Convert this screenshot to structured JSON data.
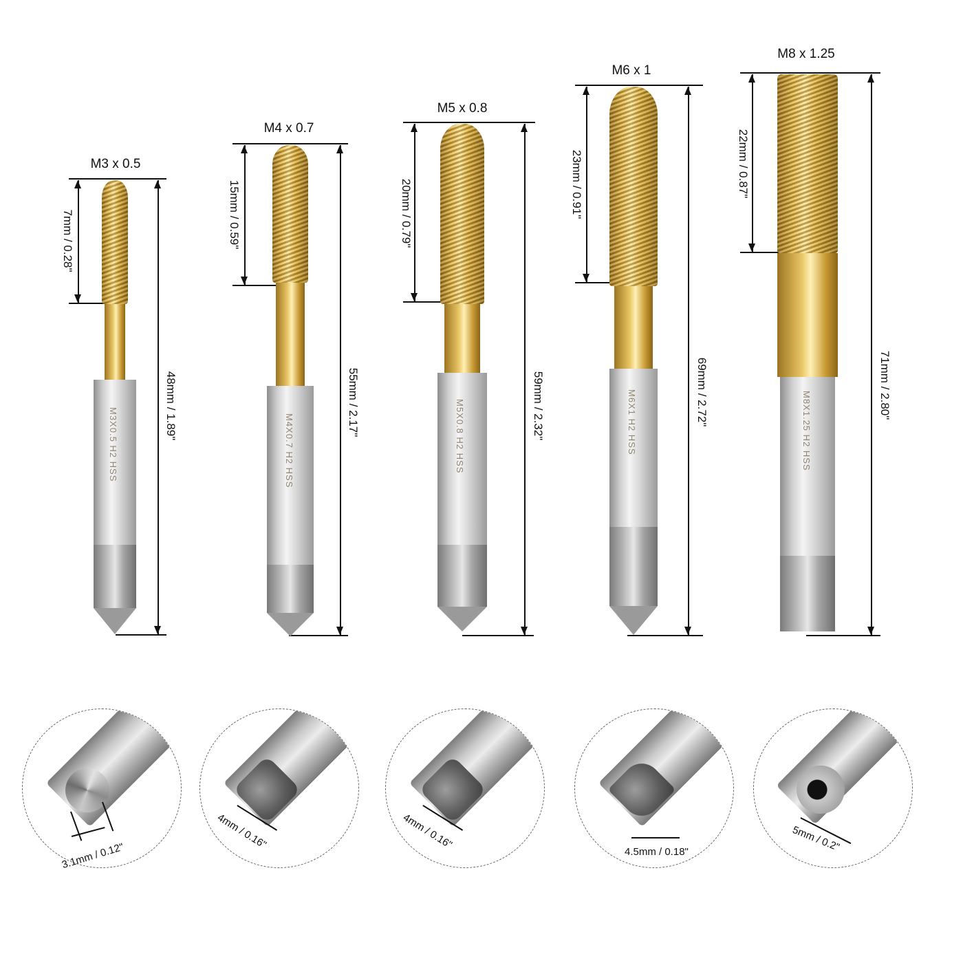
{
  "taps": [
    {
      "id": "m3",
      "title": "M3 x 0.5",
      "thread_length": "7mm / 0.28\"",
      "total_length": "48mm / 1.89\"",
      "shank_text": "M3X0.5 H2 HSS",
      "shank_diameter": "3.1mm / 0.12\""
    },
    {
      "id": "m4",
      "title": "M4 x 0.7",
      "thread_length": "15mm / 0.59\"",
      "total_length": "55mm / 2.17\"",
      "shank_text": "M4X0.7 H2 HSS",
      "shank_diameter": "4mm / 0.16\""
    },
    {
      "id": "m5",
      "title": "M5 x 0.8",
      "thread_length": "20mm / 0.79\"",
      "total_length": "59mm / 2.32\"",
      "shank_text": "M5X0.8 H2 HSS",
      "shank_diameter": "4mm / 0.16\""
    },
    {
      "id": "m6",
      "title": "M6 x 1",
      "thread_length": "23mm / 0.91\"",
      "total_length": "69mm / 2.72\"",
      "shank_text": "M6X1 H2 HSS",
      "shank_diameter": "4.5mm / 0.18\""
    },
    {
      "id": "m8",
      "title": "M8 x 1.25",
      "thread_length": "22mm / 0.87\"",
      "total_length": "71mm / 2.80\"",
      "shank_text": "M8X1.25 H2 HSS",
      "shank_diameter": "5mm / 0.2\""
    }
  ],
  "colors": {
    "background": "#ffffff",
    "dimension_lines": "#111111",
    "titanium_coating": "#d9b14a",
    "steel_shank": "#cfcfcf"
  }
}
